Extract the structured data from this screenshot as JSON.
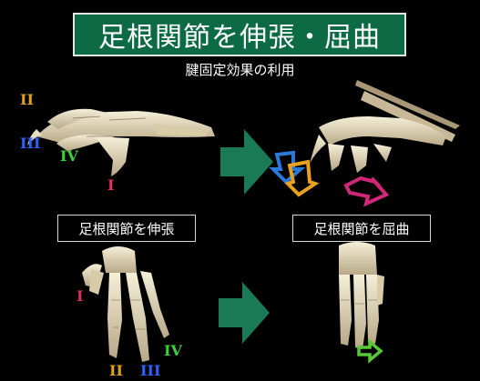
{
  "title": "足根関節を伸張・屈曲",
  "subtitle": "腱固定効果の利用",
  "captions": {
    "extension": "足根関節を伸張",
    "flexion": "足根関節を屈曲"
  },
  "digit_labels": {
    "II": "II",
    "III": "III",
    "IV": "IV",
    "I": "I"
  },
  "colors": {
    "title_bg": "#0c6a45",
    "arrow_green": "#1a7a55",
    "digit_II": "#e0a020",
    "digit_III": "#3060ff",
    "digit_IV": "#3ad23a",
    "digit_I": "#e03060",
    "callout_blue": "#2a78d8",
    "callout_orange": "#e8a020",
    "callout_magenta": "#d02878",
    "callout_green": "#58c838",
    "bone": "#e6dcc0"
  }
}
